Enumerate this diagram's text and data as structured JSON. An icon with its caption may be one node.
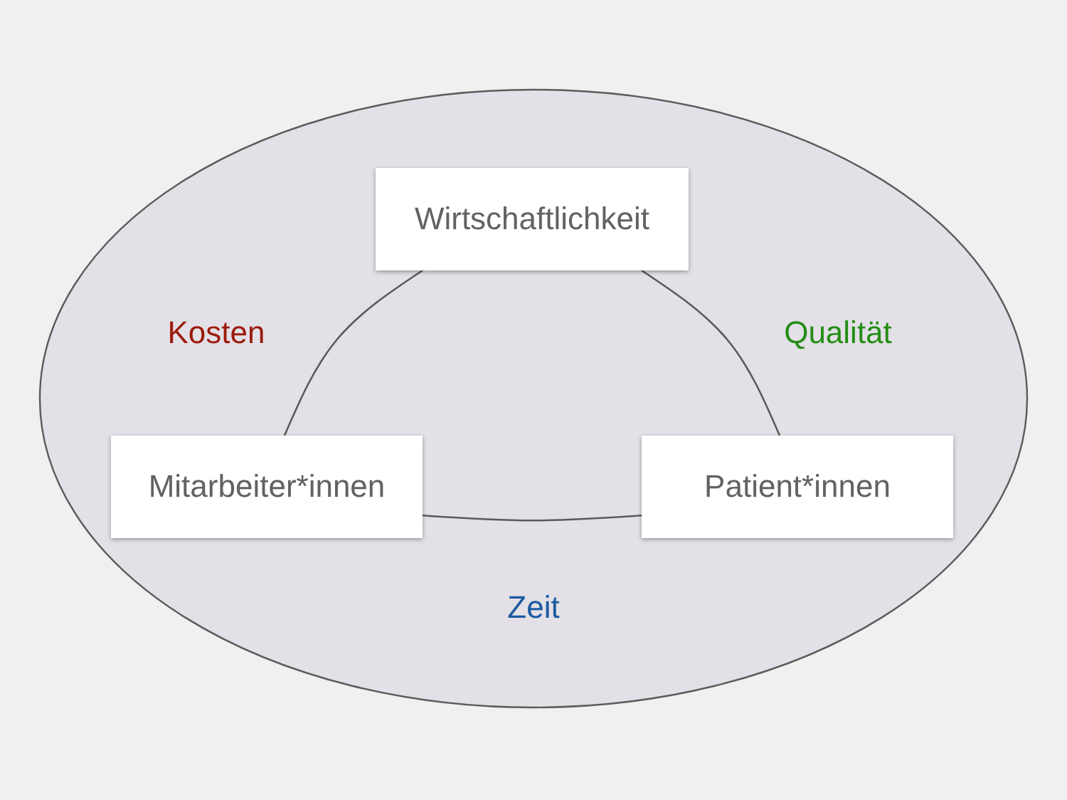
{
  "diagram": {
    "nodes": [
      {
        "text": [
          "Kosten",
          "Qualität",
          "Zeit"
        ]
      },
      {
        "text": [
          "Wirtschaftlichkeit"
        ],
        "in": 0
      },
      {
        "text": [
          "Mitarbeiter*innen"
        ],
        "in": 0
      },
      {
        "text": [
          "Patient*innen"
        ],
        "in": 0
      }
    ],
    "edges": [
      {
        "from": 1,
        "to": 2,
        "arrow": "none"
      },
      {
        "from": 1,
        "to": 3,
        "arrow": "none"
      },
      {
        "from": 2,
        "to": 3,
        "arrow": "none"
      }
    ]
  }
}
